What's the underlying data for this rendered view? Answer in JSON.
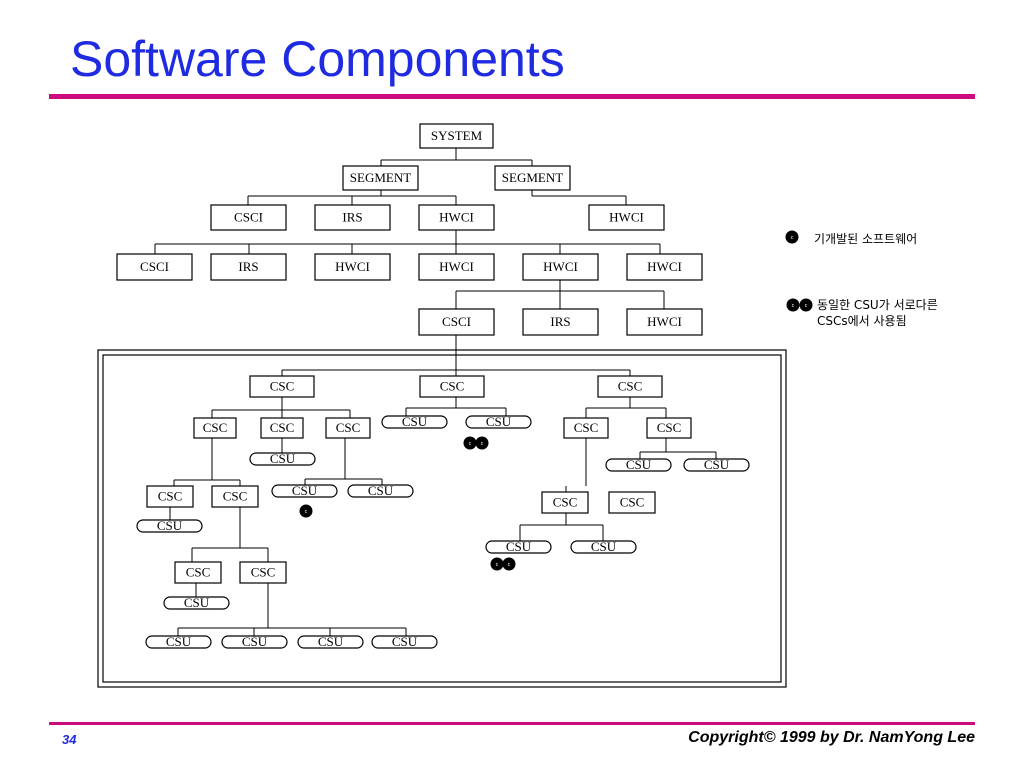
{
  "slide": {
    "title": "Software Components",
    "page_number": "34",
    "copyright": "Copyright© 1999 by Dr. NamYong Lee"
  },
  "diagram": {
    "nodes": {
      "system": "SYSTEM",
      "segment": "SEGMENT",
      "csci": "CSCI",
      "irs": "IRS",
      "hwci": "HWCI",
      "csc": "CSC",
      "csu": "CSU"
    },
    "marker_glyph": "c"
  },
  "legend": {
    "developed_software": "기개발된 소프트웨어",
    "shared_csu_line1": "동일한 CSU가 서로다른",
    "shared_csu_line2": "CSCs에서 사용됨"
  },
  "colors": {
    "title": "#1f2be0",
    "rule": "#cc0b7f",
    "line": "#000000"
  }
}
